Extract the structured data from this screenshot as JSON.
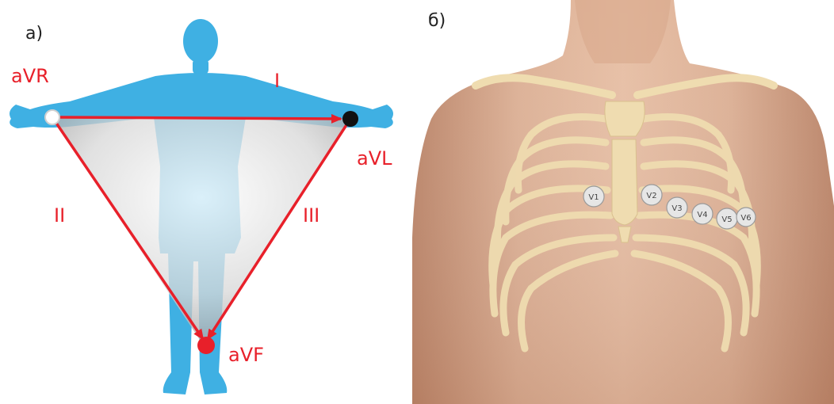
{
  "panels": {
    "a": {
      "label": "а)",
      "leads": {
        "avr": "aVR",
        "avl": "aVL",
        "avf": "aVF",
        "i": "I",
        "ii": "II",
        "iii": "III"
      },
      "colors": {
        "body": "#3fb0e3",
        "lead": "#e8202a",
        "triangle_fill": "#c9c9c9"
      }
    },
    "b": {
      "label": "б)",
      "electrodes": [
        "V1",
        "V2",
        "V3",
        "V4",
        "V5",
        "V6"
      ],
      "colors": {
        "skin": "#d9a98a",
        "ribs": "#efdcb0",
        "electrode": "#e6e6e6"
      }
    }
  }
}
